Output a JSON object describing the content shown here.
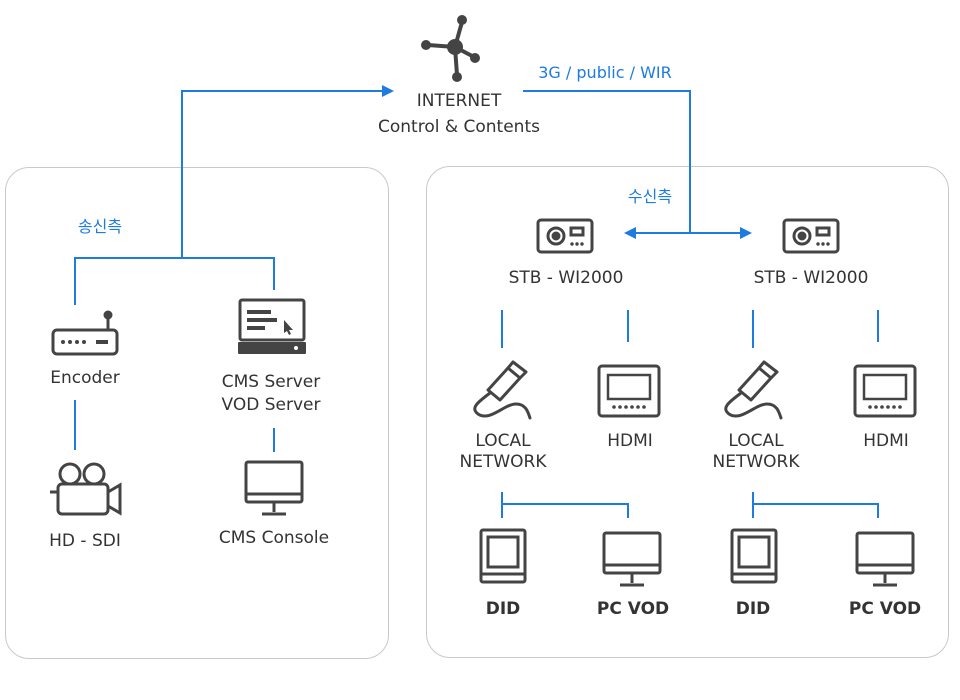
{
  "internet": {
    "line1": "INTERNET",
    "line2": "Control & Contents"
  },
  "link_label": "3G / public  / WIR",
  "sender": {
    "title": "송신측",
    "encoder": "Encoder",
    "hd_sdi": "HD - SDI",
    "cms_server": "CMS Server",
    "vod_server": "VOD Server",
    "cms_console": "CMS Console"
  },
  "receiver": {
    "title": "수신측",
    "units": [
      {
        "stb": "STB - WI2000",
        "local1": "LOCAL",
        "local2": "NETWORK",
        "hdmi": "HDMI",
        "did": "DID",
        "pcvod": "PC VOD"
      },
      {
        "stb": "STB - WI2000",
        "local1": "LOCAL",
        "local2": "NETWORK",
        "hdmi": "HDMI",
        "did": "DID",
        "pcvod": "PC VOD"
      }
    ]
  },
  "colors": {
    "line": "#1e7be0",
    "icon": "#444444",
    "panel_border": "#c9c9c9",
    "text": "#333333"
  }
}
